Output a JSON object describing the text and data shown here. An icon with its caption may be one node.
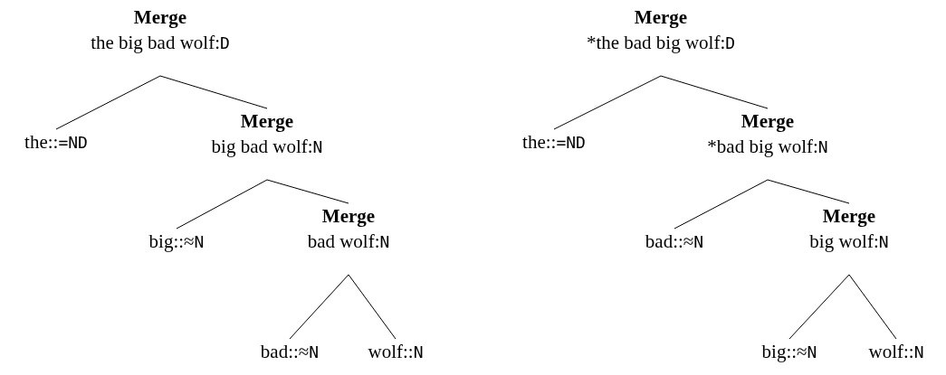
{
  "diagram": {
    "nodes": [
      {
        "text": [
          "Merge",
          "the big bad wolf:D"
        ]
      },
      {
        "text": [
          "the::=ND"
        ]
      },
      {
        "text": [
          "Merge",
          "big bad wolf:N"
        ]
      },
      {
        "text": [
          "big::≈N"
        ]
      },
      {
        "text": [
          "Merge",
          "bad wolf:N"
        ]
      },
      {
        "text": [
          "bad::≈N"
        ]
      },
      {
        "text": [
          "wolf::N"
        ]
      },
      {
        "text": [
          "Merge",
          "*the bad big wolf:D"
        ]
      },
      {
        "text": [
          "the::=ND"
        ]
      },
      {
        "text": [
          "Merge",
          "*bad big wolf:N"
        ]
      },
      {
        "text": [
          "bad::≈N"
        ]
      },
      {
        "text": [
          "Merge",
          "big wolf:N"
        ]
      },
      {
        "text": [
          "big::≈N"
        ]
      },
      {
        "text": [
          "wolf::N"
        ]
      }
    ],
    "edges": [
      {
        "from": 0,
        "to": 1,
        "arrow": "none"
      },
      {
        "from": 0,
        "to": 2,
        "arrow": "none"
      },
      {
        "from": 2,
        "to": 3,
        "arrow": "none"
      },
      {
        "from": 2,
        "to": 4,
        "arrow": "none"
      },
      {
        "from": 4,
        "to": 5,
        "arrow": "none"
      },
      {
        "from": 4,
        "to": 6,
        "arrow": "none"
      },
      {
        "from": 7,
        "to": 8,
        "arrow": "none"
      },
      {
        "from": 7,
        "to": 9,
        "arrow": "none"
      },
      {
        "from": 9,
        "to": 10,
        "arrow": "none"
      },
      {
        "from": 9,
        "to": 11,
        "arrow": "none"
      },
      {
        "from": 11,
        "to": 12,
        "arrow": "none"
      },
      {
        "from": 11,
        "to": 13,
        "arrow": "none"
      }
    ]
  }
}
